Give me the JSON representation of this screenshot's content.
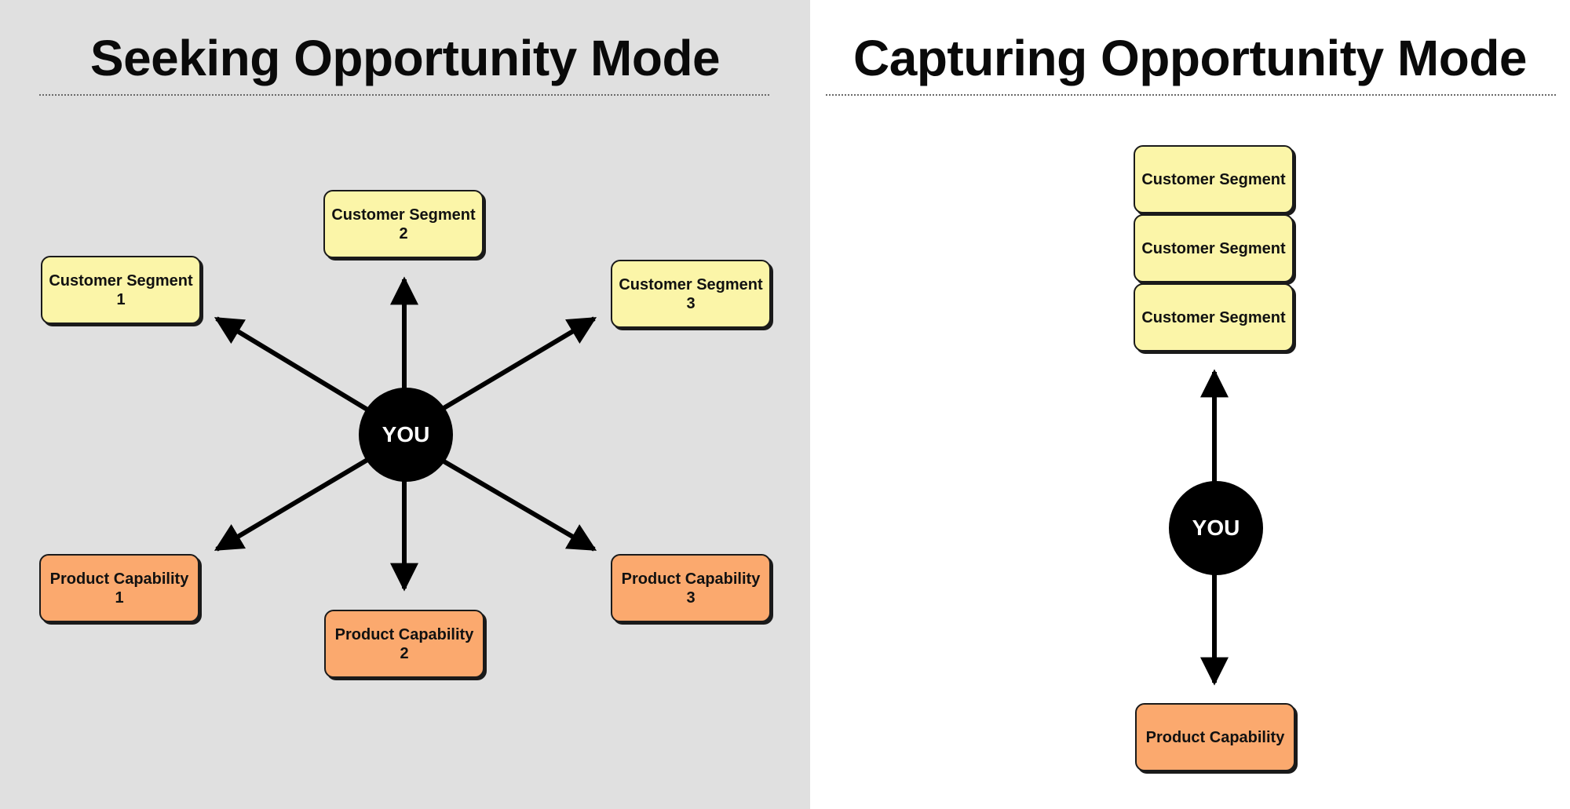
{
  "left_panel": {
    "title": "Seeking Opportunity Mode",
    "center": "YOU",
    "segments": [
      {
        "line1": "Customer Segment",
        "line2": "1"
      },
      {
        "line1": "Customer Segment",
        "line2": "2"
      },
      {
        "line1": "Customer Segment",
        "line2": "3"
      }
    ],
    "capabilities": [
      {
        "line1": "Product Capability",
        "line2": "1"
      },
      {
        "line1": "Product Capability",
        "line2": "2"
      },
      {
        "line1": "Product Capability",
        "line2": "3"
      }
    ]
  },
  "right_panel": {
    "title": "Capturing Opportunity Mode",
    "center": "YOU",
    "segments": [
      "Customer Segment",
      "Customer Segment",
      "Customer Segment"
    ],
    "capability": "Product Capability"
  },
  "colors": {
    "left_background": "#e0e0e0",
    "right_background": "#ffffff",
    "segment_fill": "#fbf5a8",
    "capability_fill": "#fba96e",
    "center_fill": "#000000"
  }
}
